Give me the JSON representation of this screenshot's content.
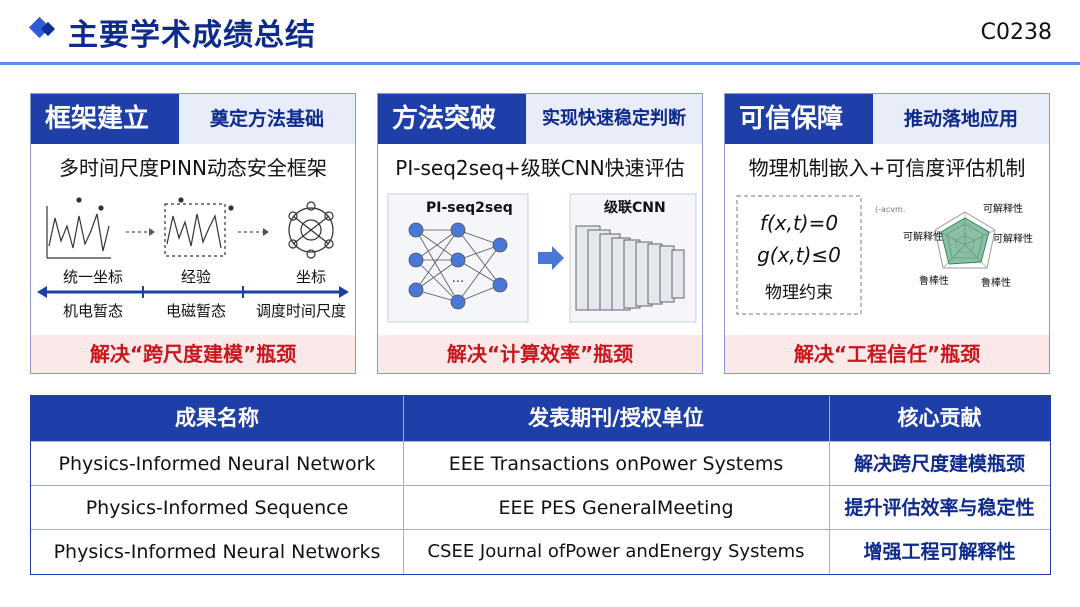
{
  "header": {
    "title": "主要学术成绩总结",
    "code": "C0238"
  },
  "cards": [
    {
      "tag": "框架建立",
      "subtitle": "奠定方法基础",
      "desc": "多时间尺度PINN动态安全框架",
      "labels": {
        "l1": "统一坐标",
        "l2": "经验",
        "l3": "坐标",
        "b1": "机电暂态",
        "b2": "电磁暂态",
        "b3": "调度时间尺度"
      },
      "footer": "解决“跨尺度建模”瓶颈"
    },
    {
      "tag": "方法突破",
      "subtitle": "实现快速稳定判断",
      "desc": "PI-seq2seq+级联CNN快速评估",
      "labels": {
        "left": "PI-seq2seq",
        "right": "级联CNN",
        "dots": "..."
      },
      "footer": "解决“计算效率”瓶颈"
    },
    {
      "tag": "可信保障",
      "subtitle": "推动落地应用",
      "desc": "物理机制嵌入+可信度评估机制",
      "labels": {
        "eq1": "f(x,t)=0",
        "eq2": "g(x,t)≤0",
        "constraint": "物理约束",
        "tiny": "(-acvm.",
        "r1": "可解释性",
        "r2": "可解释性",
        "r3": "可解释性",
        "r4": "鲁棒性",
        "r5": "鲁棒性"
      },
      "footer": "解决“工程信任”瓶颈"
    }
  ],
  "table": {
    "headers": [
      "成果名称",
      "发表期刊/授权单位",
      "核心贡献"
    ],
    "rows": [
      [
        "Physics-Informed Neural Network",
        "EEE Transactions onPower Systems",
        "解决跨尺度建模瓶颈"
      ],
      [
        "Physics-Informed Sequence",
        "EEE PES GeneralMeeting",
        "提升评估效率与稳定性"
      ],
      [
        "Physics-Informed Neural Networks",
        "CSEE Journal ofPower andEnergy Systems",
        "增强工程可解释性"
      ]
    ]
  },
  "colors": {
    "primary": "#1f3fa8",
    "title": "#0d2a8c",
    "accent_red": "#c8161d",
    "footer_bg": "#fbe9ea",
    "rule": "#5a8be8"
  }
}
